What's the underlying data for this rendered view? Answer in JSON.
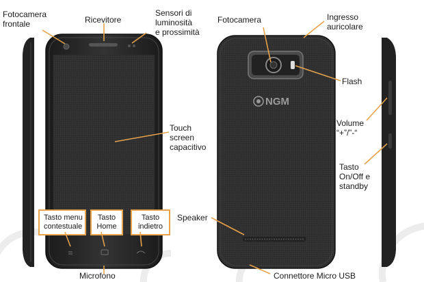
{
  "labels": {
    "front_camera": [
      "Fotocamera",
      "frontale"
    ],
    "receiver": "Ricevitore",
    "sensors": [
      "Sensori di",
      "luminosità",
      "e prossimità"
    ],
    "touchscreen": [
      "Touch",
      "screen",
      "capacitivo"
    ],
    "microphone": "Microfono",
    "rear_camera": "Fotocamera",
    "headphone_jack": [
      "Ingresso",
      "auricolare"
    ],
    "flash": "Flash",
    "volume": [
      "Volume",
      "“+”/”-“"
    ],
    "power_key": [
      "Tasto",
      "On/Off e",
      "standby"
    ],
    "speaker": "Speaker",
    "usb": "Connettore Micro USB"
  },
  "buttons": {
    "menu": [
      "Tasto menu",
      "contestuale"
    ],
    "home": [
      "Tasto",
      "Home"
    ],
    "back": [
      "Tasto",
      "indietro"
    ]
  },
  "brand": "NGM",
  "colors": {
    "callout_line": "#e7a24a",
    "button_border": "#e7a24a",
    "phone_body": "#2a2a2a",
    "screen": "#3a3a3a",
    "watermark": "#eeeeee"
  }
}
